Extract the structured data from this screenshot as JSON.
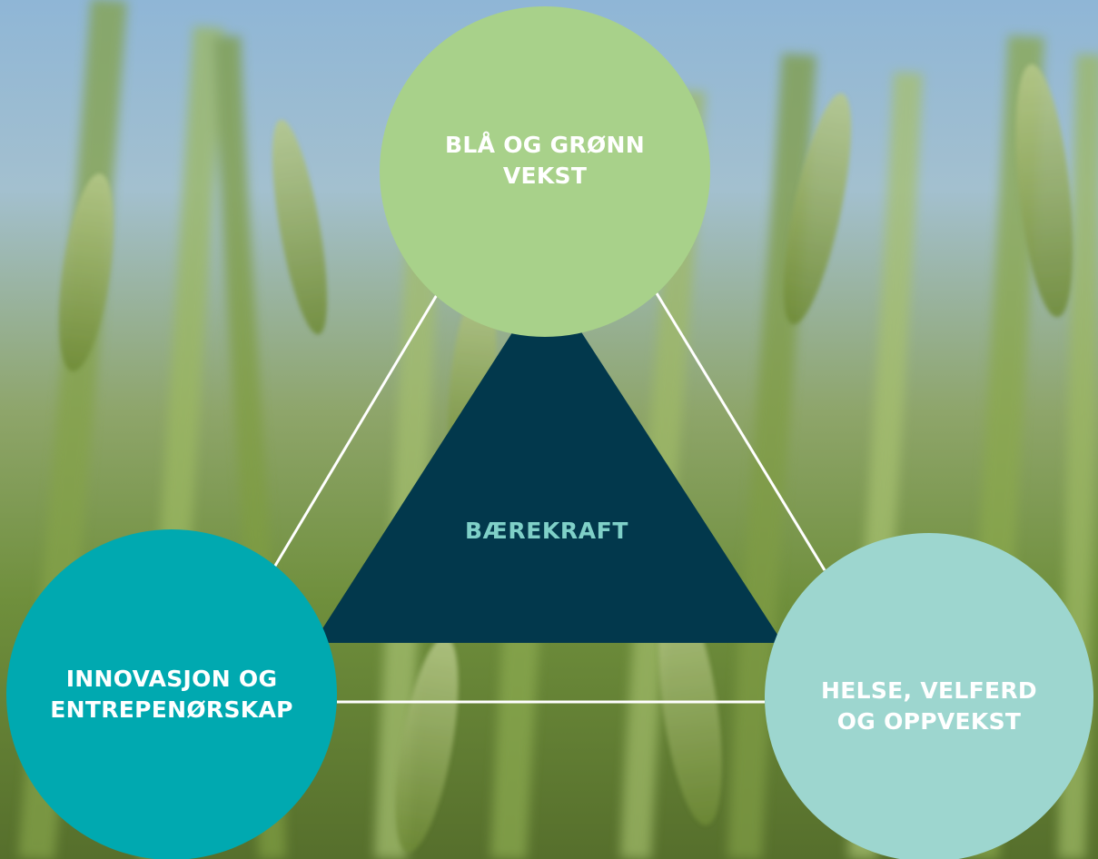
{
  "diagram": {
    "center": {
      "label": "BÆREKRAFT",
      "fill_color": "#02384c",
      "text_color": "#7fd0c8"
    },
    "nodes": [
      {
        "id": "top",
        "label": "BLÅ OG GRØNN\nVEKST",
        "fill_color": "#a8d18a"
      },
      {
        "id": "left",
        "label": "INNOVASJON OG\nENTREPENØRSKAP",
        "fill_color": "#00a9b0"
      },
      {
        "id": "right",
        "label": "HELSE, VELFERD\nOG OPPVEKST",
        "fill_color": "#9dd6cf"
      }
    ],
    "connector_color": "#ffffff",
    "node_text_color": "#ffffff"
  },
  "background": {
    "sky_color": "#9ec0d8",
    "field_color": "#7a9a44"
  }
}
